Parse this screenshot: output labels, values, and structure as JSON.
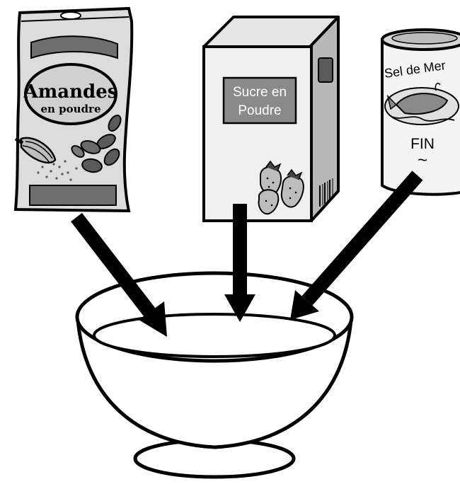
{
  "almond_bag": {
    "brand_line1": "Amandes",
    "brand_line2": "en poudre"
  },
  "sugar_box": {
    "label_line1": "Sucre en",
    "label_line2": "Poudre"
  },
  "salt_can": {
    "brand": "Sel de Mer",
    "grade": "FIN",
    "grade_mark": "~"
  },
  "colors": {
    "outline": "#000000",
    "paper": "#ffffff",
    "light_gray": "#d9d9d9",
    "mid_gray": "#8c8c8c",
    "dark_gray": "#5a5a5a"
  }
}
